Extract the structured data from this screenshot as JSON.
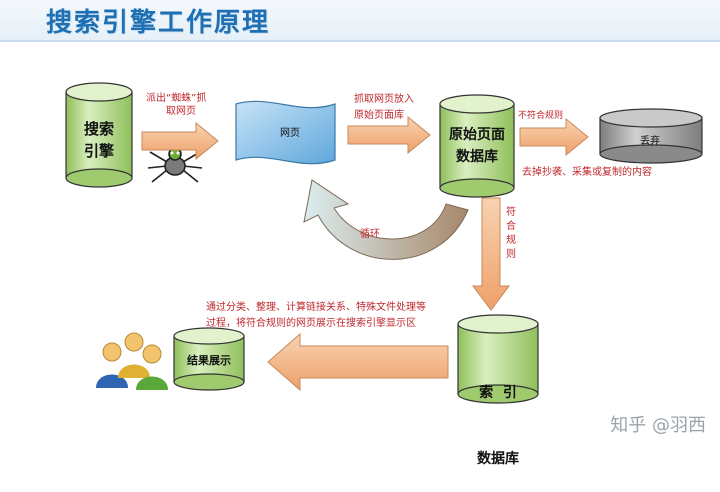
{
  "title": "搜索引擎工作原理",
  "nodes": {
    "search_engine": [
      "搜索",
      "引擎"
    ],
    "web_page": "网页",
    "raw_db": [
      "原始页面",
      "数据库"
    ],
    "discard": "丢弃",
    "index_db": [
      "索  引",
      "数据库"
    ],
    "results": "结果展示"
  },
  "annotations": {
    "spider": [
      "派出“蜘蛛”抓",
      "取网页"
    ],
    "store": [
      "抓取网页放入",
      "原始页面库"
    ],
    "not_match": "不符合规则",
    "remove_dup": "去掉抄袭、采集或复制的内容",
    "loop": "循环",
    "match": [
      "符",
      "合",
      "规",
      "则"
    ],
    "process": [
      "通过分类、整理、计算链接关系、特殊文件处理等",
      "过程，将符合规则的网页展示在搜索引擎显示区"
    ]
  },
  "watermark": "知乎 @羽西",
  "colors": {
    "cylinder_green": "#b7d88a",
    "cylinder_gray": "#9a9a9a",
    "page_blue": "#8fc4ea",
    "arrow_orange": "#f2b98a",
    "annotation_red": "#c0282d",
    "title_blue": "#1f6fb3"
  }
}
